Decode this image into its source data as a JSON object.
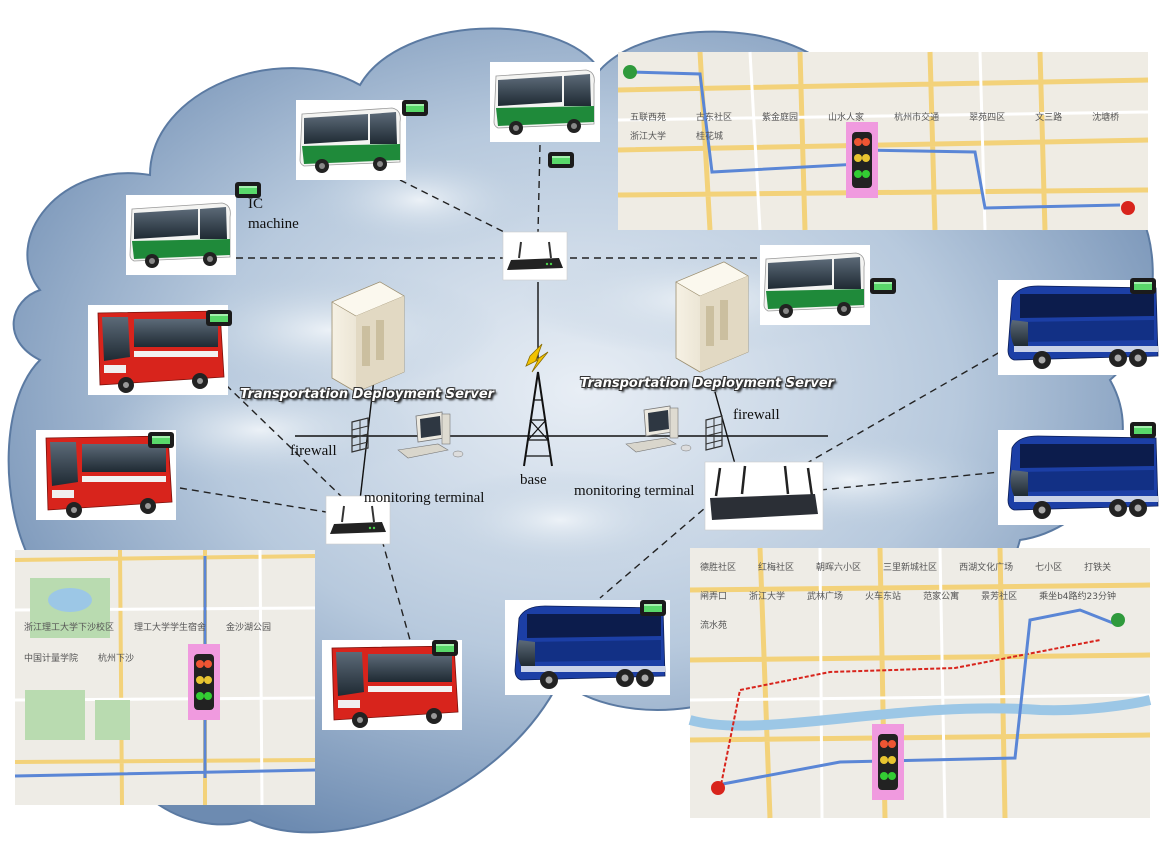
{
  "labels": {
    "ic_machine": "IC machine",
    "ic_line1": "IC",
    "ic_line2": "machine",
    "server_left": "Transportation Deployment Server",
    "server_right": "Transportation Deployment Server",
    "firewall_left": "firewall",
    "firewall_right": "firewall",
    "monitoring_left": "monitoring terminal",
    "monitoring_right": "monitoring terminal",
    "base": "base"
  },
  "map_labels": {
    "top_map": [
      "五联西苑",
      "古东社区",
      "紫金庭园",
      "山水人家",
      "杭州市交通",
      "翠苑四区",
      "文三路",
      "沈塘桥",
      "浙江大学",
      "桂花城"
    ],
    "left_map": [
      "浙江理工大学下沙校区",
      "理工大学学生宿舍",
      "金沙湖公园",
      "中国计量学院",
      "杭州下沙"
    ],
    "right_map": [
      "德胜社区",
      "红梅社区",
      "朝晖六小区",
      "三里新城社区",
      "西湖文化广场",
      "七小区",
      "打铁关",
      "闸弄口",
      "浙江大学",
      "武林广场",
      "火车东站",
      "范家公寓",
      "景芳社区",
      "乘坐b4路约23分钟",
      "流水苑"
    ]
  },
  "colors": {
    "cloud_outer": "#6f8fb6",
    "cloud_inner": "#c4d4e4",
    "green_bus": "#1f8a3a",
    "red_bus": "#d8241c",
    "blue_bus": "#1c3fa6",
    "map_road": "#f3d27a",
    "map_route": "#5a86d6",
    "traffic_light_bg": "#f09adf"
  }
}
